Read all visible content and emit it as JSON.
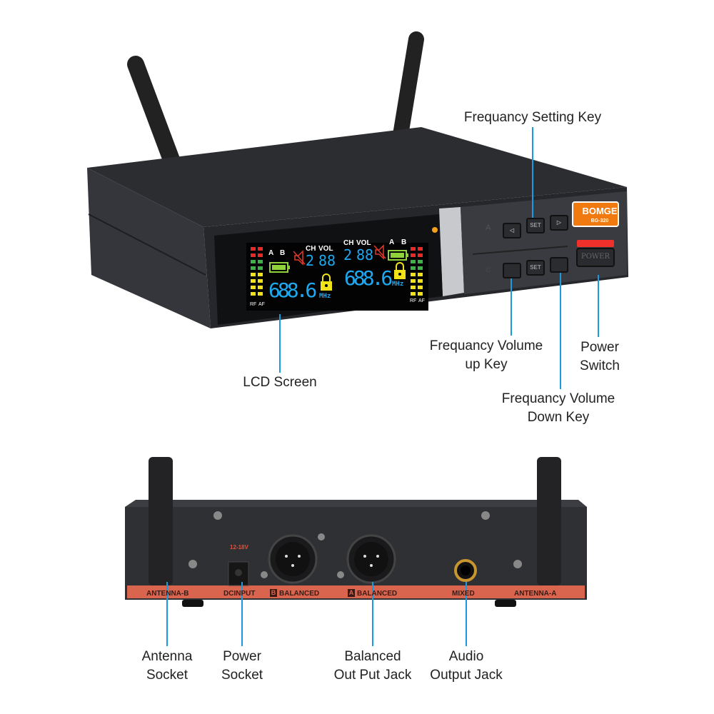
{
  "callouts": {
    "frequency_setting_key": "Frequancy Setting Key",
    "frequency_volume_up_key": [
      "Frequancy Volume",
      "up Key"
    ],
    "power_switch": [
      "Power",
      "Switch"
    ],
    "frequency_volume_down_key": [
      "Frequancy Volume",
      "Down Key"
    ],
    "lcd_screen": "LCD Screen",
    "antenna_socket": [
      "Antenna",
      "Socket"
    ],
    "power_socket": [
      "Power",
      "Socket"
    ],
    "balanced_jack": [
      "Balanced",
      "Out Put Jack"
    ],
    "audio_output_jack": [
      "Audio",
      "Output Jack"
    ]
  },
  "front_panel": {
    "brand": "BOMGE",
    "model": "BG-320",
    "power_label": "POWER",
    "set_label": "SET",
    "row_a": "A",
    "row_b": "B",
    "lcd": {
      "ch_label": "CH",
      "vol_label": "VOL",
      "channel_a": "2",
      "volume_a": "88",
      "channel_b": "2",
      "volume_b": "88",
      "frequency_a": "688.6",
      "frequency_b": "688.6",
      "unit": "MHz",
      "antenna_a": "A",
      "antenna_b": "B",
      "rf_label": "RF",
      "af_label": "AF"
    }
  },
  "rear_panel": {
    "voltage": "12-18V",
    "strip_labels": [
      "ANTENNA-B",
      "DCINPUT",
      "BALANCED",
      "BALANCED",
      "MIXED",
      "ANTENNA-A"
    ],
    "channel_b_box": "B",
    "channel_a_box": "A"
  },
  "colors": {
    "callout_line": "#1a9be0",
    "lcd_blue": "#1ea8f0",
    "brand_orange": "#f07a10",
    "strip_red": "#d9654f"
  }
}
